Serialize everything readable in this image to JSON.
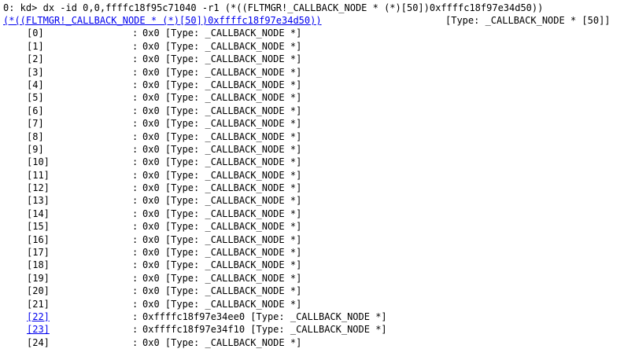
{
  "prompt": "0: kd>",
  "command": "dx -id 0,0,ffffc18f95c71040 -r1 (*((FLTMGR!_CALLBACK_NODE * (*)[50])0xffffc18f97e34d50))",
  "header": {
    "expression": "(*((FLTMGR!_CALLBACK_NODE * (*)[50])0xffffc18f97e34d50))",
    "type": "[Type: _CALLBACK_NODE * [50]]"
  },
  "separator": ":",
  "rows": [
    {
      "index": "[0]",
      "value": "0x0 [Type: _CALLBACK_NODE *]",
      "link": false
    },
    {
      "index": "[1]",
      "value": "0x0 [Type: _CALLBACK_NODE *]",
      "link": false
    },
    {
      "index": "[2]",
      "value": "0x0 [Type: _CALLBACK_NODE *]",
      "link": false
    },
    {
      "index": "[3]",
      "value": "0x0 [Type: _CALLBACK_NODE *]",
      "link": false
    },
    {
      "index": "[4]",
      "value": "0x0 [Type: _CALLBACK_NODE *]",
      "link": false
    },
    {
      "index": "[5]",
      "value": "0x0 [Type: _CALLBACK_NODE *]",
      "link": false
    },
    {
      "index": "[6]",
      "value": "0x0 [Type: _CALLBACK_NODE *]",
      "link": false
    },
    {
      "index": "[7]",
      "value": "0x0 [Type: _CALLBACK_NODE *]",
      "link": false
    },
    {
      "index": "[8]",
      "value": "0x0 [Type: _CALLBACK_NODE *]",
      "link": false
    },
    {
      "index": "[9]",
      "value": "0x0 [Type: _CALLBACK_NODE *]",
      "link": false
    },
    {
      "index": "[10]",
      "value": "0x0 [Type: _CALLBACK_NODE *]",
      "link": false
    },
    {
      "index": "[11]",
      "value": "0x0 [Type: _CALLBACK_NODE *]",
      "link": false
    },
    {
      "index": "[12]",
      "value": "0x0 [Type: _CALLBACK_NODE *]",
      "link": false
    },
    {
      "index": "[13]",
      "value": "0x0 [Type: _CALLBACK_NODE *]",
      "link": false
    },
    {
      "index": "[14]",
      "value": "0x0 [Type: _CALLBACK_NODE *]",
      "link": false
    },
    {
      "index": "[15]",
      "value": "0x0 [Type: _CALLBACK_NODE *]",
      "link": false
    },
    {
      "index": "[16]",
      "value": "0x0 [Type: _CALLBACK_NODE *]",
      "link": false
    },
    {
      "index": "[17]",
      "value": "0x0 [Type: _CALLBACK_NODE *]",
      "link": false
    },
    {
      "index": "[18]",
      "value": "0x0 [Type: _CALLBACK_NODE *]",
      "link": false
    },
    {
      "index": "[19]",
      "value": "0x0 [Type: _CALLBACK_NODE *]",
      "link": false
    },
    {
      "index": "[20]",
      "value": "0x0 [Type: _CALLBACK_NODE *]",
      "link": false
    },
    {
      "index": "[21]",
      "value": "0x0 [Type: _CALLBACK_NODE *]",
      "link": false
    },
    {
      "index": "[22]",
      "value": "0xffffc18f97e34ee0 [Type: _CALLBACK_NODE *]",
      "link": true
    },
    {
      "index": "[23]",
      "value": "0xffffc18f97e34f10 [Type: _CALLBACK_NODE *]",
      "link": true
    },
    {
      "index": "[24]",
      "value": "0x0 [Type: _CALLBACK_NODE *]",
      "link": false
    }
  ],
  "colors": {
    "link": "#0000ee",
    "text": "#000000",
    "background": "#ffffff"
  }
}
